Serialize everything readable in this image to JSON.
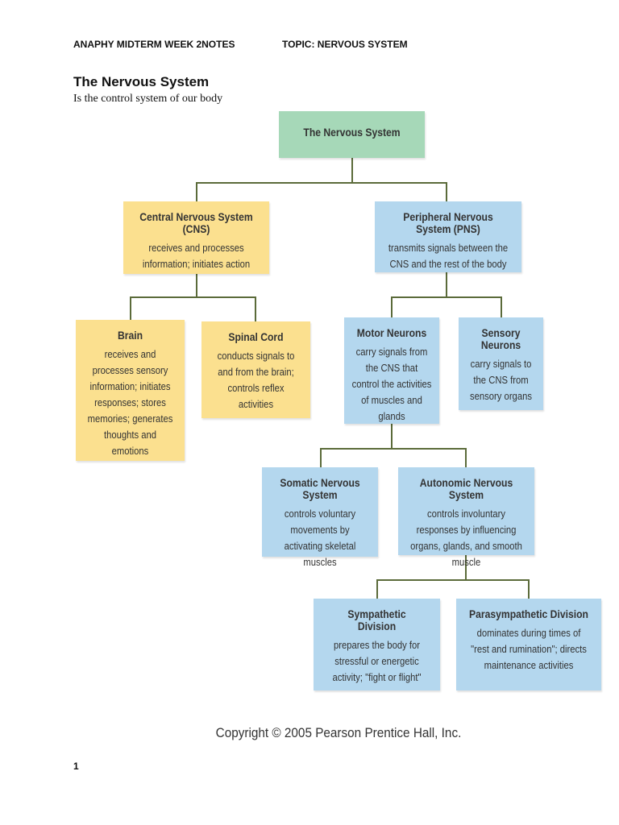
{
  "header": {
    "left": "ANAPHY MIDTERM WEEK 2NOTES",
    "right": "TOPIC: NERVOUS SYSTEM"
  },
  "title": "The Nervous System",
  "subtitle": "Is the control system of our body",
  "diagram": {
    "root": "The Nervous System",
    "cns": {
      "title": "Central Nervous System (CNS)",
      "desc": "receives and processes information; initiates action"
    },
    "pns": {
      "title": "Peripheral Nervous System (PNS)",
      "desc": "transmits signals between the CNS and the rest of the body"
    },
    "brain": {
      "title": "Brain",
      "desc": "receives and processes sensory information; initiates responses; stores memories; generates thoughts and emotions"
    },
    "spinal_cord": {
      "title": "Spinal Cord",
      "desc": "conducts signals to and from the brain; controls reflex activities"
    },
    "motor": {
      "title": "Motor Neurons",
      "desc": "carry signals from the CNS that control the activities of muscles and glands"
    },
    "sensory": {
      "title": "Sensory Neurons",
      "desc": "carry signals to the CNS from sensory organs"
    },
    "somatic": {
      "title": "Somatic Nervous System",
      "desc": "controls voluntary movements by activating skeletal muscles"
    },
    "autonomic": {
      "title": "Autonomic Nervous System",
      "desc": "controls involuntary responses by influencing organs, glands, and smooth muscle"
    },
    "sympathetic": {
      "title": "Sympathetic Division",
      "desc": "prepares the body for stressful or energetic activity; \"fight or flight\""
    },
    "parasympathetic": {
      "title": "Parasympathetic Division",
      "desc": "dominates during times of \"rest and rumination\"; directs maintenance activities"
    }
  },
  "copyright": "Copyright © 2005 Pearson Prentice Hall, Inc.",
  "page_number": "1",
  "colors": {
    "root": "#a6d8b8",
    "central": "#fbe08f",
    "peripheral": "#b4d7ee",
    "connector": "#5b6b3a"
  }
}
